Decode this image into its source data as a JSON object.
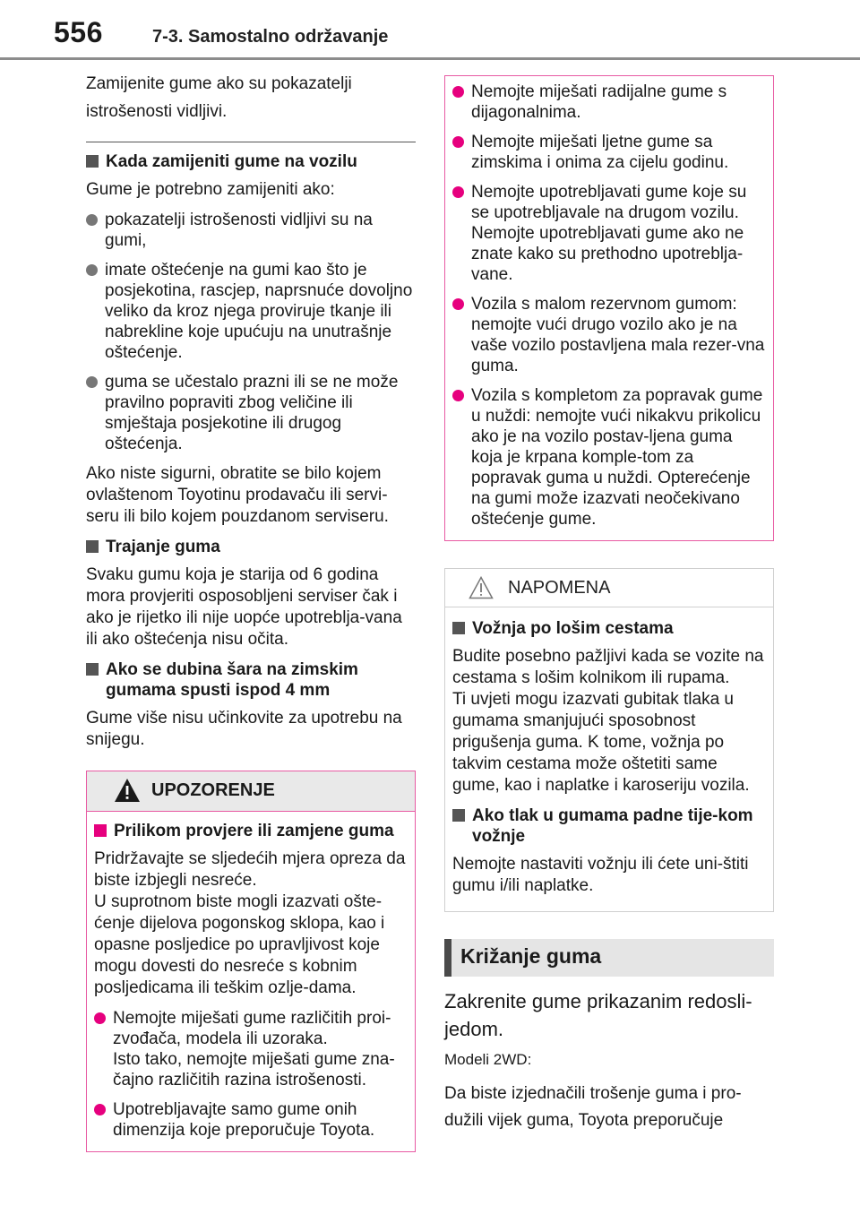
{
  "header": {
    "page_number": "556",
    "section": "7-3. Samostalno održavanje"
  },
  "left": {
    "intro": "Zamijenite gume ako su pokazatelji istrošenosti vidljivi.",
    "h_when": "Kada zamijeniti gume na vozilu",
    "p_need": "Gume je potrebno zamijeniti ako:",
    "bullets_when": [
      "pokazatelji istrošenosti vidljivi su na gumi,",
      "imate oštećenje na gumi kao što je posjekotina, rascjep, naprsnuće dovoljno veliko da kroz njega proviruje tkanje ili nabrekline koje upućuju na unutrašnje oštećenje.",
      "guma se učestalo prazni ili se ne može pravilno popraviti zbog veličine ili smještaja posjekotine ili drugog oštećenja."
    ],
    "p_unsure": "Ako niste sigurni, obratite se bilo kojem ovlaštenom Toyotinu prodavaču ili servi-seru ili bilo kojem pouzdanom serviseru.",
    "h_life": "Trajanje guma",
    "p_life": "Svaku gumu koja je starija od 6 godina mora provjeriti osposobljeni serviser čak i ako je rijetko ili nije uopće upotreblja-vana ili ako oštećenja nisu očita.",
    "h_depth": "Ako se dubina šara na zimskim gumama spusti ispod 4 mm",
    "p_depth": "Gume više nisu učinkovite za upotrebu na snijegu.",
    "warning": {
      "title": "UPOZORENJE",
      "h_check": "Prilikom provjere ili zamjene guma",
      "p_text": "Pridržavajte se sljedećih mjera opreza da biste izbjegli nesreće.\nU suprotnom biste mogli izazvati ošte-ćenje dijelova pogonskog sklopa, kao i opasne posljedice po upravljivost koje mogu dovesti do nesreće s kobnim posljedicama ili teškim ozlje-dama.",
      "bullets": [
        "Nemojte miješati gume različitih proi-zvođača, modela ili uzoraka.\nIsto tako, nemojte miješati gume zna-čajno različitih razina istrošenosti.",
        "Upotrebljavajte samo gume onih dimenzija koje preporučuje Toyota."
      ]
    }
  },
  "right": {
    "warn_bullets": [
      "Nemojte miješati radijalne gume s dijagonalnima.",
      "Nemojte miješati ljetne gume sa zimskima i onima za cijelu godinu.",
      "Nemojte upotrebljavati gume koje su se upotrebljavale na drugom vozilu. Nemojte upotrebljavati gume ako ne znate kako su prethodno upotreblja-vane.",
      "Vozila s malom rezervnom gumom: nemojte vući drugo vozilo ako je na vaše vozilo postavljena mala rezer-vna guma.",
      "Vozila s kompletom za popravak gume u nuždi: nemojte vući nikakvu prikolicu ako je na vozilo postav-ljena guma koja je krpana komple-tom za popravak guma u nuždi. Opterećenje na gumi može izazvati neočekivano oštećenje gume."
    ],
    "notice": {
      "title": "NAPOMENA",
      "h_bad_roads": "Vožnja po lošim cestama",
      "p_bad_roads": "Budite posebno pažljivi kada se vozite na cestama s lošim kolnikom ili rupama.\nTi uvjeti mogu izazvati gubitak tlaka u gumama smanjujući sposobnost prigušenja guma. K tome, vožnja po takvim cestama može oštetiti same gume, kao i naplatke i karoseriju vozila.",
      "h_pressure": "Ako tlak u gumama padne tije-kom vožnje",
      "p_pressure": "Nemojte nastaviti vožnju ili ćete uni-štiti gumu i/ili naplatke."
    },
    "rotation": {
      "title": "Križanje guma",
      "p_lead": "Zakrenite gume prikazanim redosli-jedom.",
      "p_models": "Modeli 2WD:",
      "p_tail": "Da biste izjednačili trošenje guma i pro-dužili vijek guma, Toyota preporučuje"
    }
  },
  "colors": {
    "warning_accent": "#e6007e",
    "warning_border": "#e85aa3",
    "header_rule": "#8c8c8c"
  }
}
